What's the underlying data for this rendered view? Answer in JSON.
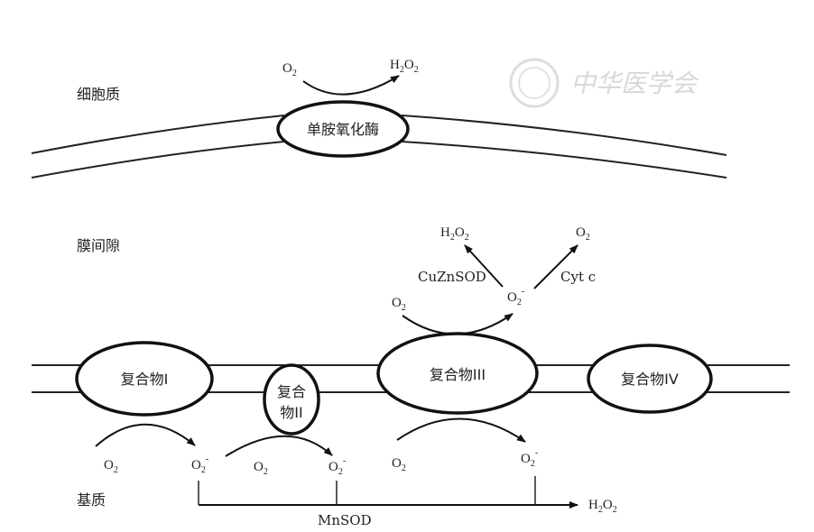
{
  "watermark": {
    "text": "中华医学会"
  },
  "regions": {
    "cytoplasm": "细胞质",
    "intermembrane": "膜间隙",
    "matrix": "基质"
  },
  "complexes": {
    "mao": "单胺氧化酶",
    "c1": "复合物I",
    "c2_line1": "复合",
    "c2_line2": "物II",
    "c3": "复合物III",
    "c4": "复合物IV"
  },
  "species": {
    "o": "O",
    "h": "H",
    "two": "2",
    "minus": "-"
  },
  "enzymes": {
    "cuznsod": "CuZnSOD",
    "cytc": "Cyt c",
    "mnsod": "MnSOD"
  }
}
